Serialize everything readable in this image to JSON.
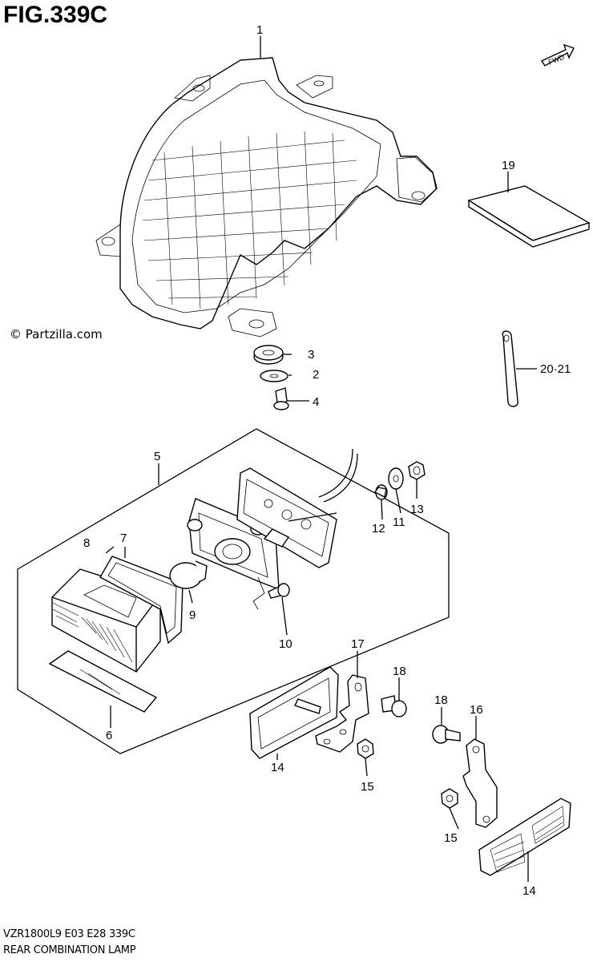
{
  "figure": {
    "title": "FIG.339C",
    "copyright": "© Partzilla.com",
    "model_code": "VZR1800L9  E03  E28  339C",
    "assembly_name": "REAR COMBINATION LAMP",
    "fwd_label": "FWD"
  },
  "callouts": [
    {
      "id": "c1",
      "label": "1"
    },
    {
      "id": "c2",
      "label": "2"
    },
    {
      "id": "c3",
      "label": "3"
    },
    {
      "id": "c4",
      "label": "4"
    },
    {
      "id": "c5",
      "label": "5"
    },
    {
      "id": "c6",
      "label": "6"
    },
    {
      "id": "c7",
      "label": "7"
    },
    {
      "id": "c8",
      "label": "8"
    },
    {
      "id": "c9",
      "label": "9"
    },
    {
      "id": "c10",
      "label": "10"
    },
    {
      "id": "c11",
      "label": "11"
    },
    {
      "id": "c12",
      "label": "12"
    },
    {
      "id": "c13",
      "label": "13"
    },
    {
      "id": "c14a",
      "label": "14"
    },
    {
      "id": "c14b",
      "label": "14"
    },
    {
      "id": "c15a",
      "label": "15"
    },
    {
      "id": "c15b",
      "label": "15"
    },
    {
      "id": "c16",
      "label": "16"
    },
    {
      "id": "c17",
      "label": "17"
    },
    {
      "id": "c18a",
      "label": "18"
    },
    {
      "id": "c18b",
      "label": "18"
    },
    {
      "id": "c19",
      "label": "19"
    },
    {
      "id": "c20_21",
      "label": "20·21"
    }
  ]
}
